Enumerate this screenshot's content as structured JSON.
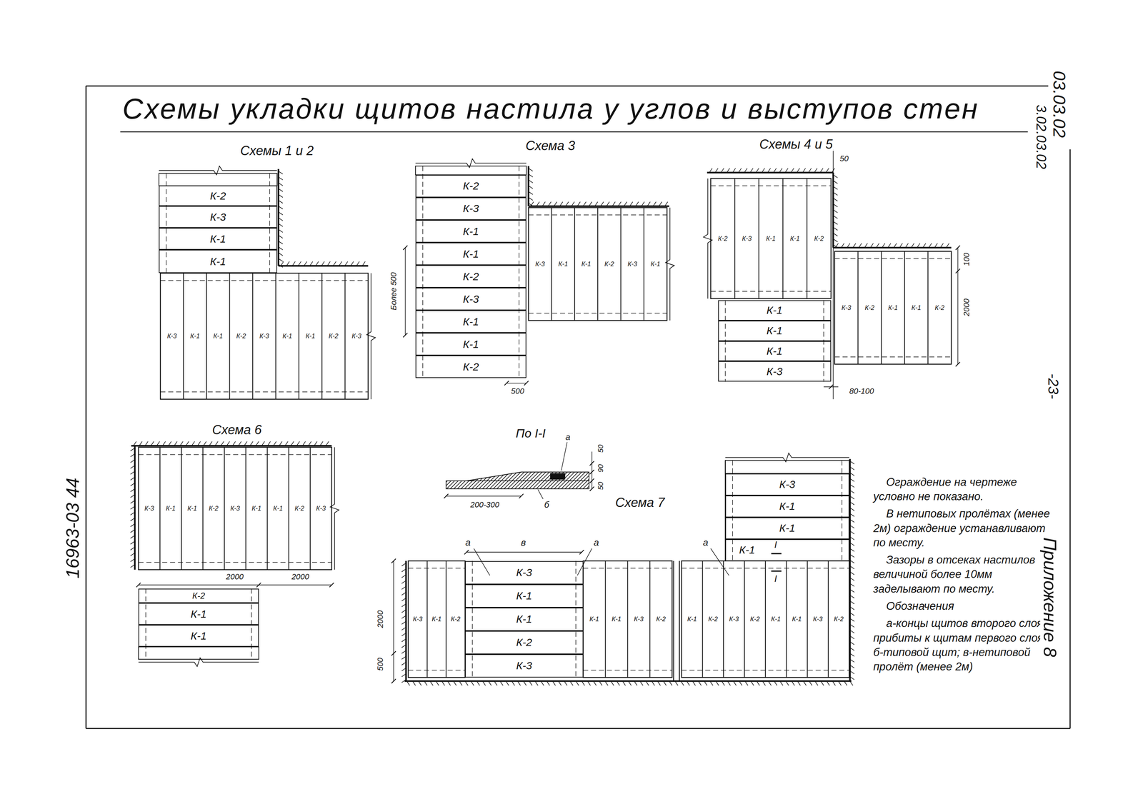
{
  "diagram": {
    "title": "Схемы укладки щитов настила у углов и выступов стен",
    "nodes": [
      {
        "text": [
          "К-2"
        ]
      },
      {
        "text": [
          "К-3"
        ]
      },
      {
        "text": [
          "К-1"
        ]
      },
      {
        "text": [
          "К-1"
        ]
      },
      {
        "text": [
          "К-2"
        ]
      },
      {
        "text": [
          "К-3"
        ]
      },
      {
        "text": [
          "К-1"
        ]
      },
      {
        "text": [
          "К-1"
        ]
      },
      {
        "text": [
          "К-2"
        ]
      },
      {
        "text": [
          "К-3"
        ]
      },
      {
        "text": [
          "К-1"
        ]
      },
      {
        "text": [
          "К-1"
        ]
      },
      {
        "text": [
          "К-2"
        ]
      },
      {
        "text": [
          "К-1"
        ]
      },
      {
        "text": [
          "К-1"
        ]
      },
      {
        "text": [
          "К-1"
        ]
      },
      {
        "text": [
          "К-3"
        ]
      },
      {
        "text": [
          "К-2"
        ]
      },
      {
        "text": [
          "К-1"
        ]
      },
      {
        "text": [
          "К-1"
        ]
      },
      {
        "text": [
          "К-3"
        ]
      },
      {
        "text": [
          "К-1"
        ]
      },
      {
        "text": [
          "К-1"
        ]
      },
      {
        "text": [
          "К-2"
        ]
      },
      {
        "text": [
          "К-3"
        ]
      },
      {
        "text": [
          "К-3"
        ]
      },
      {
        "text": [
          "К-1"
        ]
      },
      {
        "text": [
          "К-1"
        ]
      },
      {
        "text": [
          "К-1"
        ]
      }
    ],
    "labels": [
      "Схемы 1 и 2",
      "Схема 3",
      "Схемы 4 и 5",
      "Схема 6",
      "По I-I",
      "Схема 7",
      "К-3",
      "К-1",
      "К-1",
      "К-2",
      "К-3",
      "К-1",
      "К-1",
      "К-2",
      "К-3",
      "К-3",
      "К-1",
      "К-1",
      "К-2",
      "К-3",
      "К-1",
      "К-2",
      "К-3",
      "К-1",
      "К-1",
      "К-2",
      "К-3",
      "К-2",
      "К-1",
      "К-1",
      "К-2",
      "К-3",
      "К-1",
      "К-1",
      "К-2",
      "К-3",
      "К-1",
      "К-1",
      "К-2",
      "К-3",
      "К-3",
      "К-1",
      "К-2",
      "К-1",
      "К-1",
      "К-3",
      "К-2",
      "К-1",
      "К-2",
      "К-3",
      "К-2",
      "К-1",
      "К-1",
      "К-3",
      "К-2",
      "Более 500",
      "500",
      "50",
      "100",
      "2000",
      "80-100",
      "2000",
      "2000",
      "а",
      "50",
      "90",
      "50",
      "200-300",
      "б",
      "а",
      "в",
      "а",
      "а",
      "I",
      "I",
      "2000",
      "500",
      "03.03.02",
      "3.02.03.02",
      "-23-",
      "Приложение 8",
      "16963-03 44",
      "Ограждение на чертеже условно не показано.",
      "В нетиповых пролётах (менее 2м) ограждение устанавливают по месту.",
      "Зазоры в отсеках настилов величиной более 10мм заделывают по месту.",
      "Обозначения",
      "а-концы щитов второго слоя прибиты к щитам первого слоя; б-типовой щит; в-нетиповой пролёт (менее 2м)"
    ]
  }
}
